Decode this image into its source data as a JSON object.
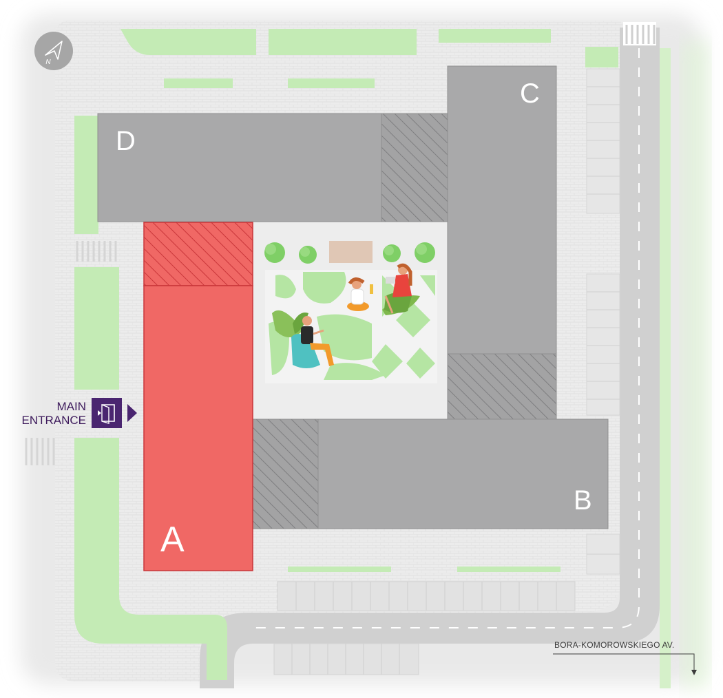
{
  "compass": {
    "label": "N",
    "icon": "north-arrow-icon"
  },
  "buildings": [
    {
      "id": "A",
      "label": "A",
      "highlighted": true,
      "color": "#f06865",
      "hatch_color": "#f06865"
    },
    {
      "id": "B",
      "label": "B",
      "highlighted": false,
      "color": "#a9a9aa"
    },
    {
      "id": "C",
      "label": "C",
      "highlighted": false,
      "color": "#a9a9aa"
    },
    {
      "id": "D",
      "label": "D",
      "highlighted": false,
      "color": "#a9a9aa"
    }
  ],
  "entrance": {
    "line1": "MAIN",
    "line2": "ENTRANCE",
    "icon": "door-entrance-icon",
    "color": "#4a2570"
  },
  "street": {
    "name": "BORA-KOMOROWSKIEGO AV."
  },
  "colors": {
    "green": "#b8e6a6",
    "paving": "#ebebeb",
    "road": "#cfcfcf",
    "building": "#a9a9aa",
    "highlight": "#f06865",
    "entrance": "#4a2570"
  }
}
